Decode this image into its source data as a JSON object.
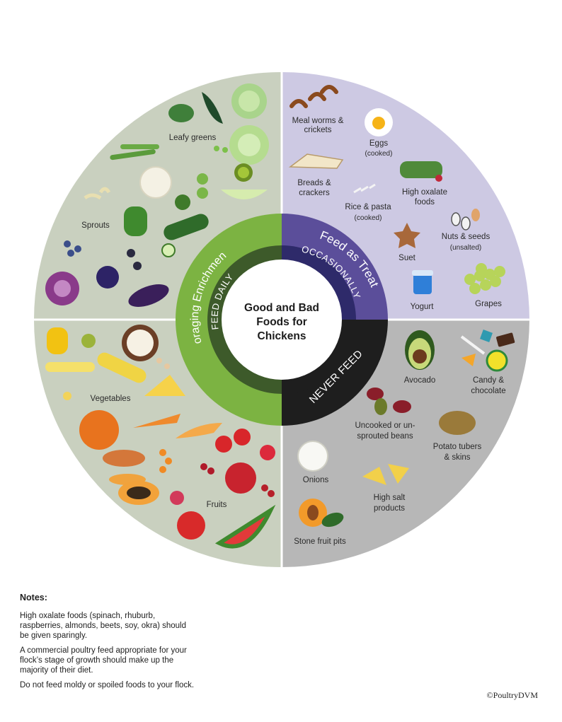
{
  "center": {
    "line1": "Good and Bad",
    "line2": "Foods for",
    "line3": "Chickens"
  },
  "rings": {
    "foraging": "Foraging Enrichment",
    "feed_daily": "FEED DAILY",
    "treat": "Feed as Treat",
    "occasionally": "OCCASIONALLY",
    "never": "NEVER FEED"
  },
  "labels": {
    "leafy_greens": "Leafy greens",
    "sprouts": "Sprouts",
    "vegetables": "Vegetables",
    "fruits": "Fruits",
    "meal_worms_1": "Meal worms &",
    "meal_worms_2": "crickets",
    "eggs": "Eggs",
    "eggs_note": "(cooked)",
    "breads_1": "Breads &",
    "breads_2": "crackers",
    "rice_pasta": "Rice & pasta",
    "rice_note": "(cooked)",
    "oxalate_1": "High oxalate",
    "oxalate_2": "foods",
    "nuts_seeds": "Nuts & seeds",
    "nuts_note": "(unsalted)",
    "suet": "Suet",
    "yogurt": "Yogurt",
    "grapes": "Grapes",
    "avocado": "Avocado",
    "candy_1": "Candy &",
    "candy_2": "chocolate",
    "beans_1": "Uncooked or un-",
    "beans_2": "sprouted beans",
    "potato_1": "Potato tubers",
    "potato_2": "& skins",
    "onions": "Onions",
    "salt_1": "High salt",
    "salt_2": "products",
    "stone_fruit": "Stone fruit pits"
  },
  "notes": {
    "title": "Notes:",
    "items": [
      "High oxalate foods (spinach, rhuburb, raspberries, almonds, beets, soy, okra) should be given sparingly.",
      "A commercial poultry feed appropriate for your flock’s stage of growth should make up the majority of their diet.",
      "Do not feed moldy or spoiled foods to your flock."
    ]
  },
  "copyright": "©PoultryDVM",
  "colors": {
    "green_quadrant": "#c9d0bf",
    "treat_quadrant": "#cdc9e3",
    "never_quadrant": "#b7b7b7",
    "foraging_ring": "#7cb342",
    "feed_daily_ring": "#3d5a2a",
    "treat_ring": "#5b4e9a",
    "occasionally_ring": "#2e2a6a",
    "never_ring": "#1e1e1e"
  }
}
